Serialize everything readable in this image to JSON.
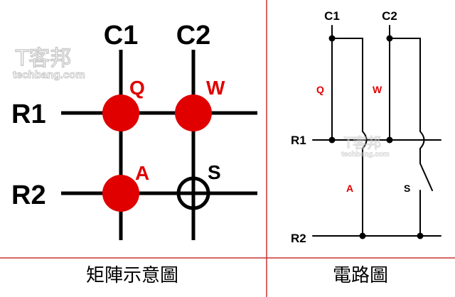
{
  "matrix": {
    "columns": [
      "C1",
      "C2"
    ],
    "rows": [
      "R1",
      "R2"
    ],
    "keys": [
      {
        "label": "Q",
        "row": "R1",
        "col": "C1",
        "pressed": true
      },
      {
        "label": "W",
        "row": "R1",
        "col": "C2",
        "pressed": true
      },
      {
        "label": "A",
        "row": "R2",
        "col": "C1",
        "pressed": true
      },
      {
        "label": "S",
        "row": "R2",
        "col": "C2",
        "pressed": false
      }
    ],
    "caption": "矩陣示意圖"
  },
  "circuit": {
    "columns": [
      "C1",
      "C2"
    ],
    "rows": [
      "R1",
      "R2"
    ],
    "switch_labels": {
      "Q": "Q",
      "W": "W",
      "A": "A",
      "S": "S"
    },
    "caption": "電路圖"
  },
  "watermark": {
    "logo": "T客邦",
    "site": "techbang.com"
  },
  "colors": {
    "key_pressed": "#e00000",
    "divider": "#cc3333",
    "line": "#000000"
  }
}
